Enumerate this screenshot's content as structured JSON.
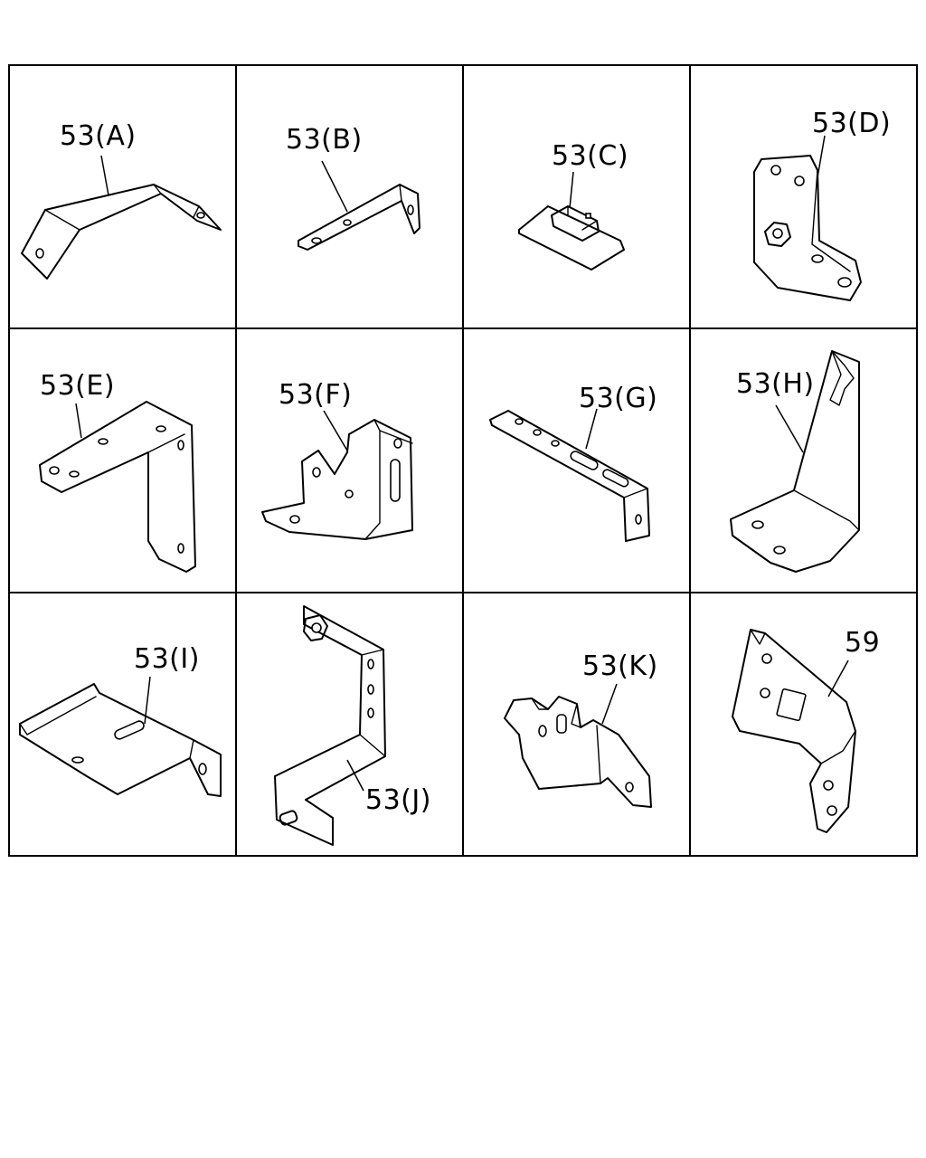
{
  "panels": [
    {
      "label": "53(A)"
    },
    {
      "label": "53(B)"
    },
    {
      "label": "53(C)"
    },
    {
      "label": "53(D)"
    },
    {
      "label": "53(E)"
    },
    {
      "label": "53(F)"
    },
    {
      "label": "53(G)"
    },
    {
      "label": "53(H)"
    },
    {
      "label": "53(I)"
    },
    {
      "label": "53(J)"
    },
    {
      "label": "53(K)"
    },
    {
      "label": "59"
    }
  ]
}
